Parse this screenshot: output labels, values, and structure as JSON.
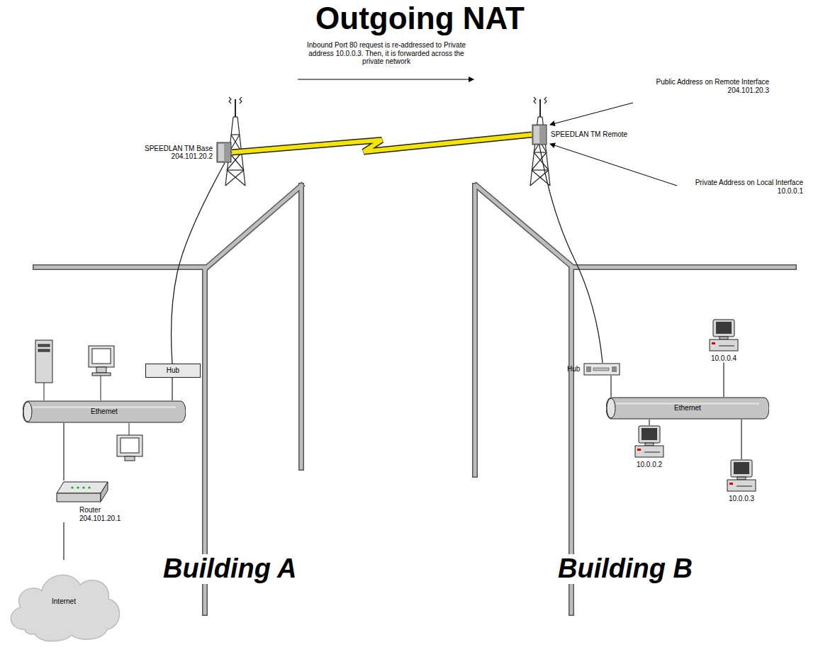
{
  "diagram": {
    "title": "Outgoing NAT",
    "nodes": [
      {
        "text": [
          "Ethernet"
        ]
      },
      {
        "text": [
          "Internet"
        ]
      },
      {
        "text": [
          "Router 204.101.20.1"
        ]
      },
      {
        "text": [
          "Hub"
        ]
      },
      {
        "text": [
          "SPEEDLAN TM Base 204.101.20.2"
        ]
      },
      {
        "text": [
          "SPEEDLAN TM Remote"
        ]
      },
      {
        "text": [
          "Hub"
        ]
      },
      {
        "text": [
          "Ethernet"
        ]
      },
      {
        "text": [
          "10.0.0.4"
        ]
      },
      {
        "text": [
          "10.0.0.2"
        ]
      },
      {
        "text": [
          "10.0.0.3"
        ]
      }
    ],
    "edges": [
      {
        "from": 0,
        "to": 2,
        "arrow": "none"
      },
      {
        "from": 2,
        "to": 1,
        "arrow": "none"
      },
      {
        "from": 0,
        "to": 3,
        "arrow": "none"
      },
      {
        "from": 3,
        "to": 4,
        "arrow": "none"
      },
      {
        "from": 4,
        "to": 5,
        "arrow": "none"
      },
      {
        "from": 5,
        "to": 6,
        "arrow": "none"
      },
      {
        "from": 6,
        "to": 7,
        "arrow": "none"
      },
      {
        "from": 7,
        "to": 8,
        "arrow": "none"
      },
      {
        "from": 7,
        "to": 9,
        "arrow": "none"
      },
      {
        "from": 7,
        "to": 10,
        "arrow": "none"
      }
    ],
    "labels": [
      "Inbound Port 80 request is re-addressed to Private address 10.0.0.3. Then, it is forwarded across the private network",
      "Public Address on Remote Interface 204.101.20.3",
      "Private Address on Local Interface 10.0.0.1",
      "Building A",
      "Building B"
    ]
  }
}
